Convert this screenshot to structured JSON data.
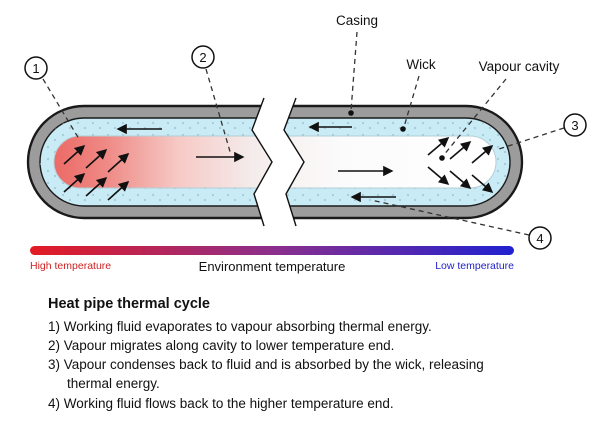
{
  "diagram": {
    "labels": {
      "casing": "Casing",
      "wick": "Wick",
      "vapour_cavity": "Vapour cavity"
    },
    "callouts": {
      "c1": "1",
      "c2": "2",
      "c3": "3",
      "c4": "4"
    },
    "colors": {
      "casing_gray": "#9c9c9c",
      "wick_blue": "#c8ebf5",
      "hot_red": "#ee6e6b",
      "cold_white": "#ffffff",
      "bar_left_red": "#e31b23",
      "bar_mid_purple": "#8c2f8c",
      "bar_right_blue": "#2121d0"
    }
  },
  "temperature_bar": {
    "high_label": "High temperature",
    "mid_label": "Environment temperature",
    "low_label": "Low temperature"
  },
  "legend": {
    "title": "Heat pipe thermal cycle",
    "items": {
      "i1": "1) Working fluid evaporates to vapour absorbing thermal energy.",
      "i2": "2) Vapour migrates along cavity to lower temperature end.",
      "i3": "3) Vapour condenses back to fluid and is absorbed by the wick, releasing thermal energy.",
      "i4": "4) Working fluid flows back to the higher temperature end."
    }
  }
}
